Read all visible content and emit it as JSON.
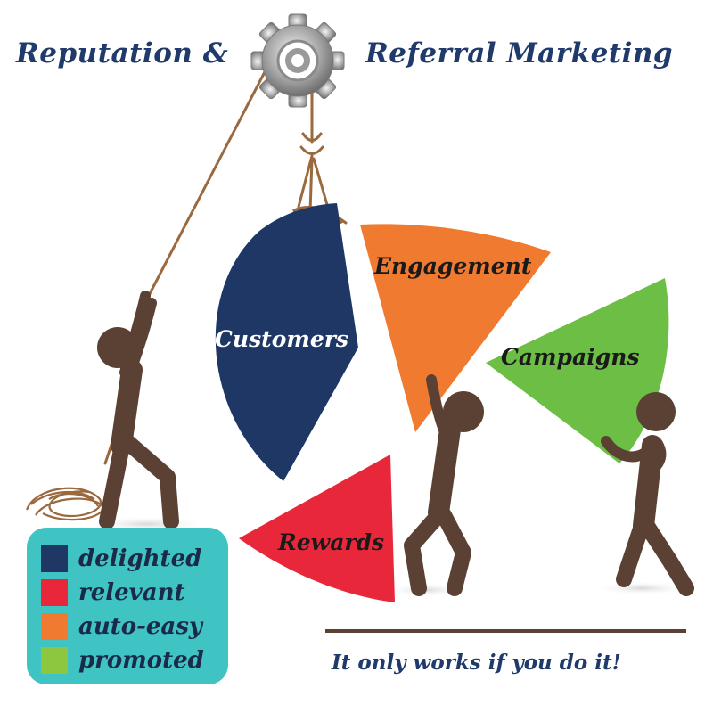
{
  "title": {
    "left": "Reputation &",
    "right": "Referral Marketing"
  },
  "icons": {
    "gear": "gear-icon"
  },
  "segments": [
    {
      "label": "Customers",
      "color": "#1e3765"
    },
    {
      "label": "Engagement",
      "color": "#f07a30"
    },
    {
      "label": "Campaigns",
      "color": "#6cbe45"
    },
    {
      "label": "Rewards",
      "color": "#e8283a"
    }
  ],
  "legend": {
    "background": "#3fc3c3",
    "items": [
      {
        "label": "delighted",
        "color": "#1e3765"
      },
      {
        "label": "relevant",
        "color": "#e8283a"
      },
      {
        "label": "auto-easy",
        "color": "#f07a30"
      },
      {
        "label": "promoted",
        "color": "#8dc63f"
      }
    ]
  },
  "tagline": "It only works if you do it!",
  "colors": {
    "figure": "#5a4133",
    "rope": "#9a6a3e",
    "title": "#1f3a6b"
  }
}
